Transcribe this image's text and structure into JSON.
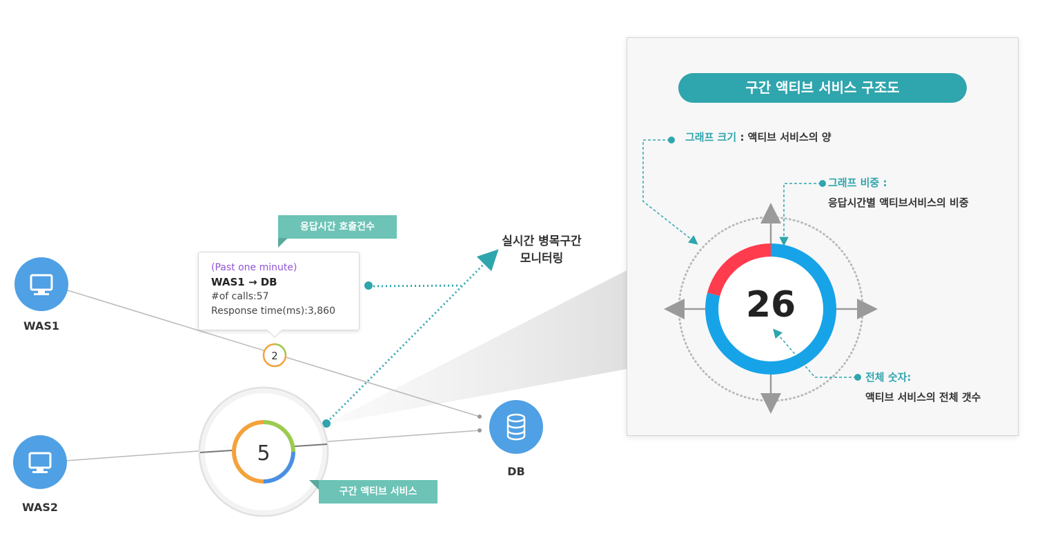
{
  "nodes": {
    "was1": {
      "label": "WAS1"
    },
    "was2": {
      "label": "WAS2"
    },
    "db": {
      "label": "DB"
    }
  },
  "tags": {
    "response_calls": "응답시간 호출건수",
    "section_active": "구간 액티브 서비스"
  },
  "tooltip": {
    "period": "(Past one minute)",
    "route": "WAS1 → DB",
    "calls": "#of calls:57",
    "response": "Response time(ms):3,860"
  },
  "small_badge": {
    "value": "2"
  },
  "donut_small": {
    "value": "5"
  },
  "monitor": {
    "line1": "실시간 병목구간",
    "line2": "모니터링"
  },
  "panel": {
    "title": "구간 액티브 서비스 구조도",
    "ann_size_key": "그래프 크기",
    "ann_size_text": " : 액티브 서비스의 양",
    "ann_ratio_key": "그래프 비중 :",
    "ann_ratio_text": "응답시간별 액티브서비스의 비중",
    "ann_total_key": "전체 숫자:",
    "ann_total_text": "액티브 서비스의 전체 갯수",
    "total": "26"
  },
  "colors": {
    "node_blue": "#4fa0e4",
    "teal": "#2fa5ad",
    "tag_teal": "#6cc3b6",
    "orange": "#f4a23c",
    "green": "#9ccb4f",
    "blue": "#4a90e2",
    "red": "#ff3b4e",
    "sky": "#17a3e8"
  },
  "chart_data": [
    {
      "type": "pie",
      "name": "small-donut",
      "total": 5,
      "slices": [
        {
          "color": "#9ccb4f",
          "fraction": 0.25
        },
        {
          "color": "#4a90e2",
          "fraction": 0.25
        },
        {
          "color": "#f4a23c",
          "fraction": 0.5
        }
      ]
    },
    {
      "type": "pie",
      "name": "panel-donut",
      "total": 26,
      "slices": [
        {
          "color": "#17a3e8",
          "fraction": 0.79
        },
        {
          "color": "#ff3b4e",
          "fraction": 0.21
        }
      ]
    }
  ]
}
